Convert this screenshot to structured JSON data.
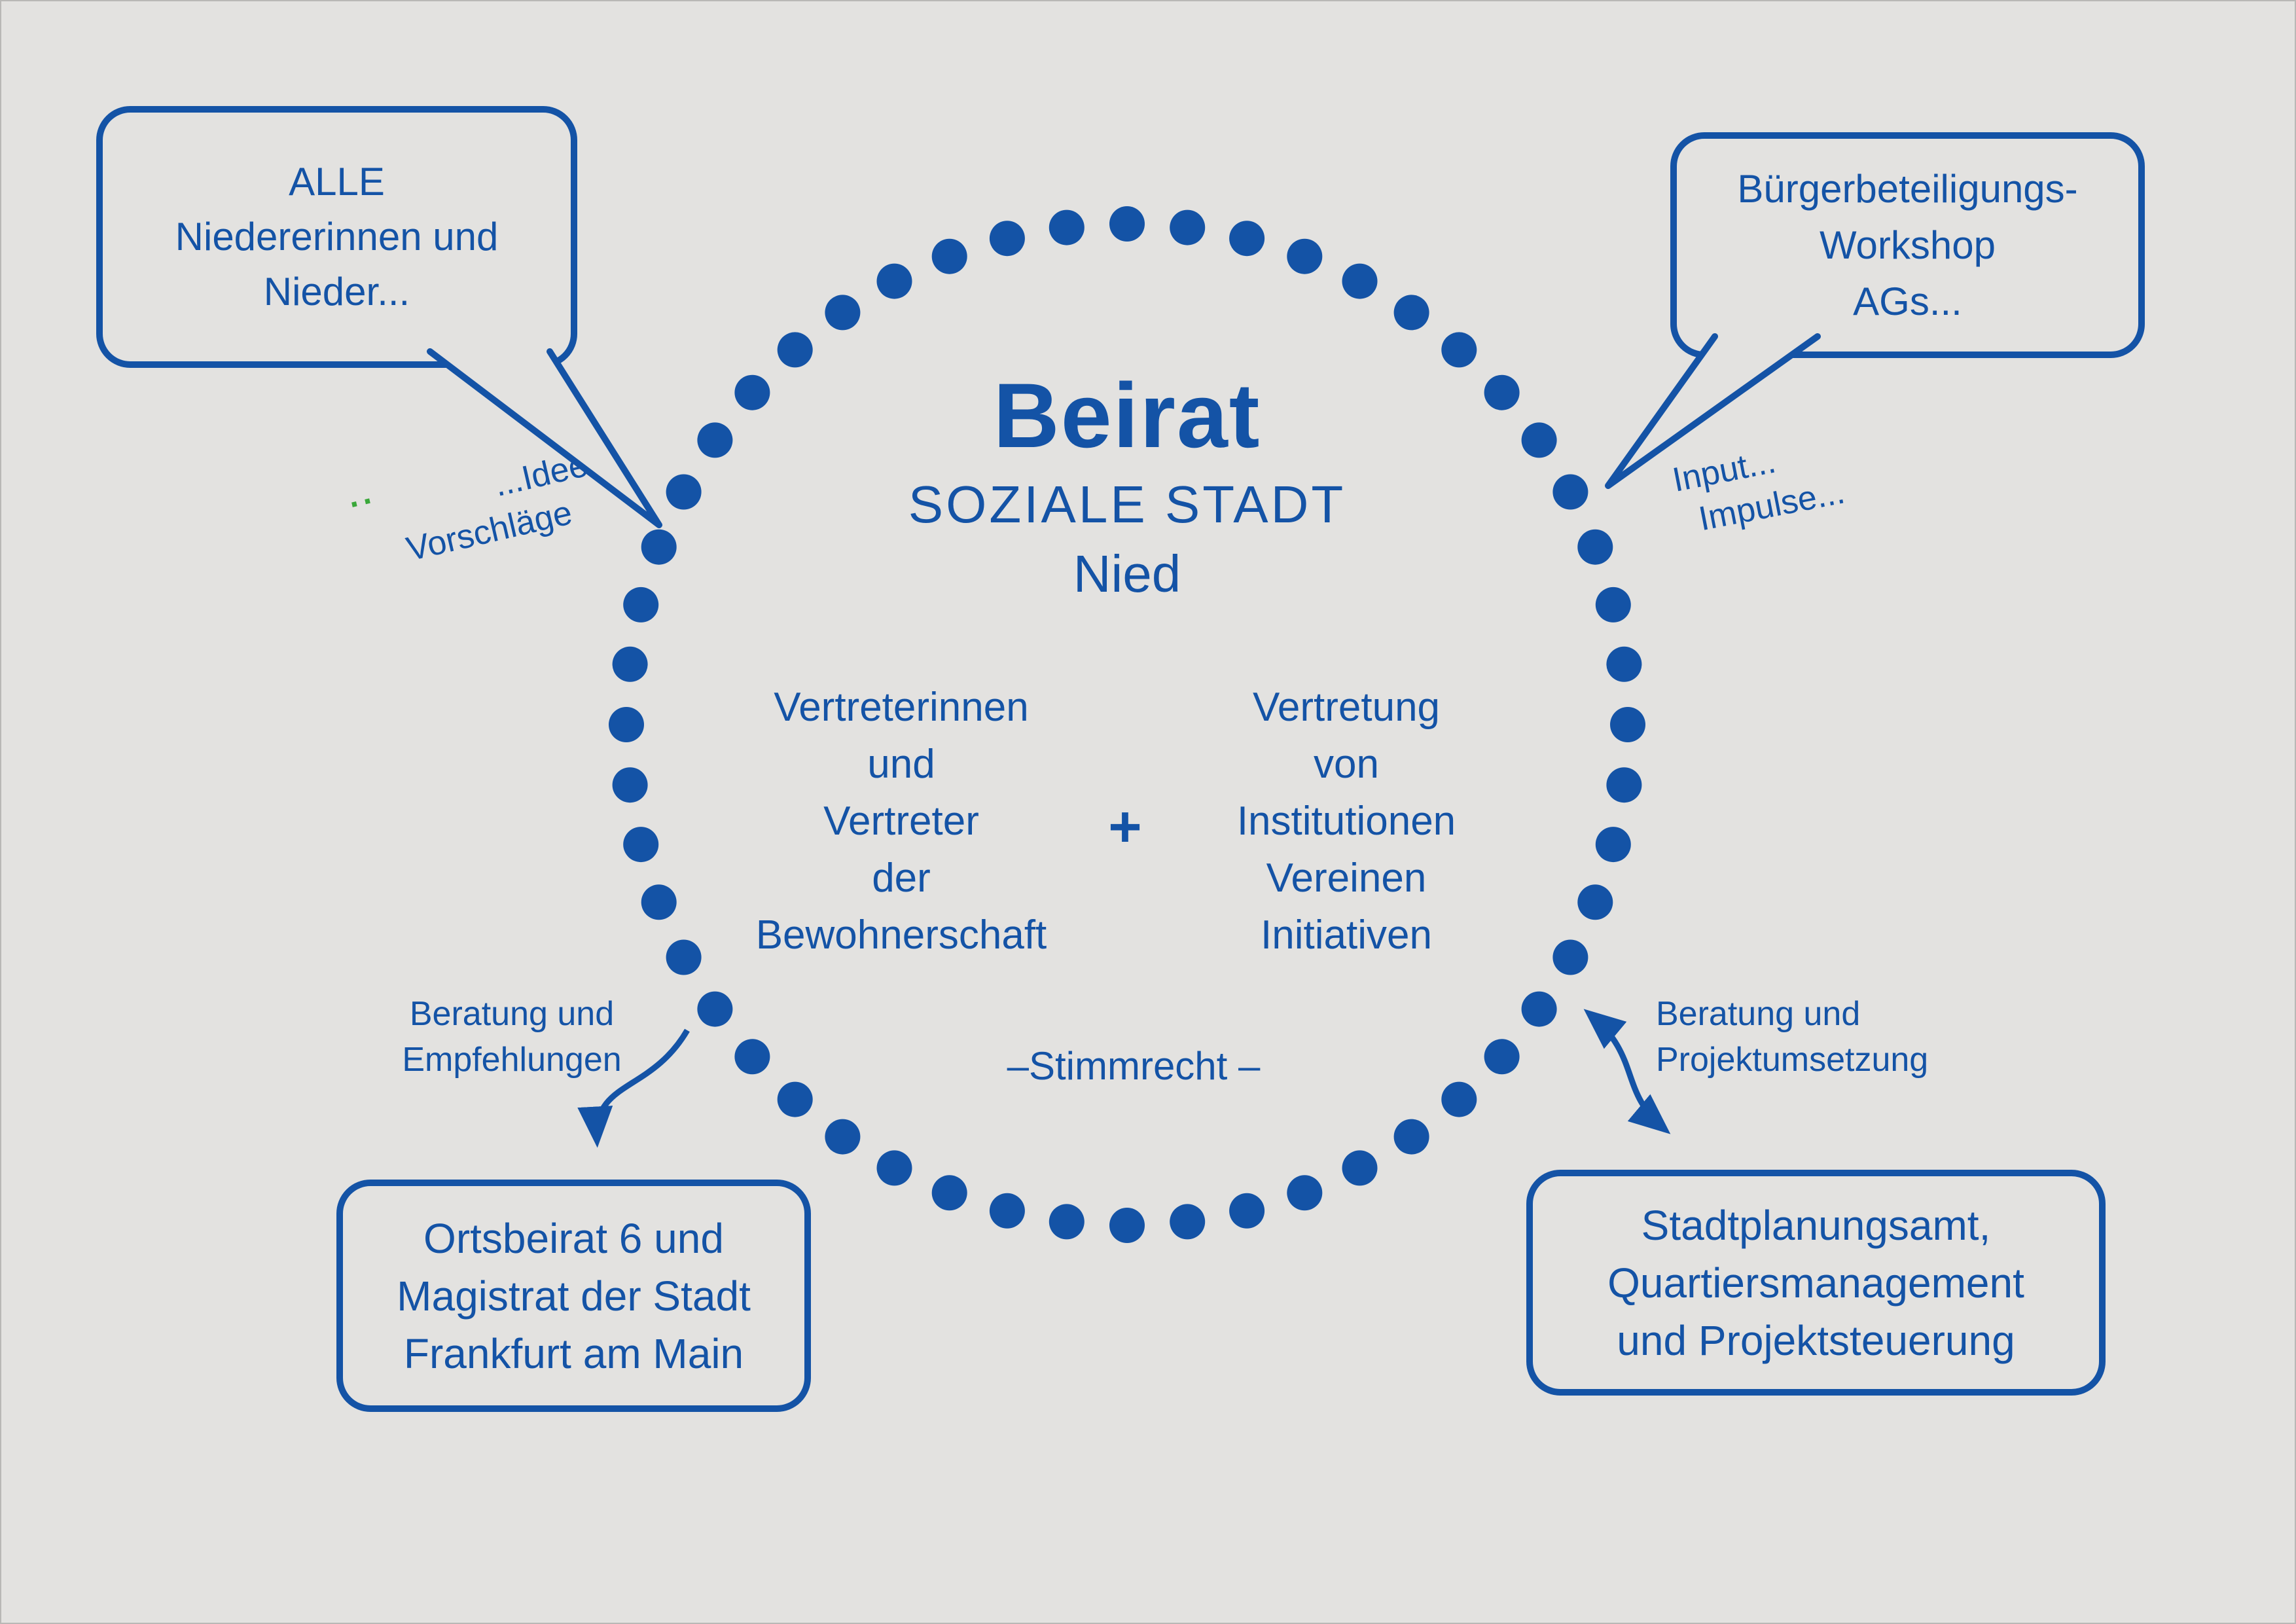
{
  "colors": {
    "accent": "#1453a6",
    "background": "#e3e2e0",
    "green": "#3aa83a"
  },
  "circle": {
    "dot_count": 52,
    "title": "Beirat",
    "subtitle_line1": "SOZIALE STADT",
    "subtitle_line2": "Nied",
    "left_column": {
      "lines": [
        "Vertreterinnen",
        "und",
        "Vertreter",
        "der",
        "Bewohnerschaft"
      ]
    },
    "plus_sign": "+",
    "right_column": {
      "lines": [
        "Vertretung",
        "von",
        "Institutionen",
        "Vereinen",
        "Initiativen"
      ]
    },
    "voting_note": "–Stimmrecht –"
  },
  "speech_bubbles": {
    "top_left": {
      "lines": [
        "ALLE",
        "Niedererinnen und",
        "Nieder..."
      ]
    },
    "top_right": {
      "lines": [
        "Bürgerbeteiligungs-",
        "Workshop",
        "AGs..."
      ]
    },
    "bottom_left": {
      "lines": [
        "Ortsbeirat 6 und",
        "Magistrat der Stadt",
        "Frankfurt am Main"
      ]
    },
    "bottom_right": {
      "lines": [
        "Stadtplanungsamt,",
        "Quartiersmanagement",
        "und Projektsteuerung"
      ]
    }
  },
  "annotations": {
    "ideas": {
      "line1": "...Ideen",
      "line2": "Vorschläge",
      "green_mark": "··"
    },
    "input": {
      "line1": "Input...",
      "line2": "Impulse..."
    },
    "advice_left": {
      "line1": "Beratung und",
      "line2": "Empfehlungen"
    },
    "advice_right": {
      "line1": "Beratung und",
      "line2": "Projektumsetzung"
    }
  }
}
